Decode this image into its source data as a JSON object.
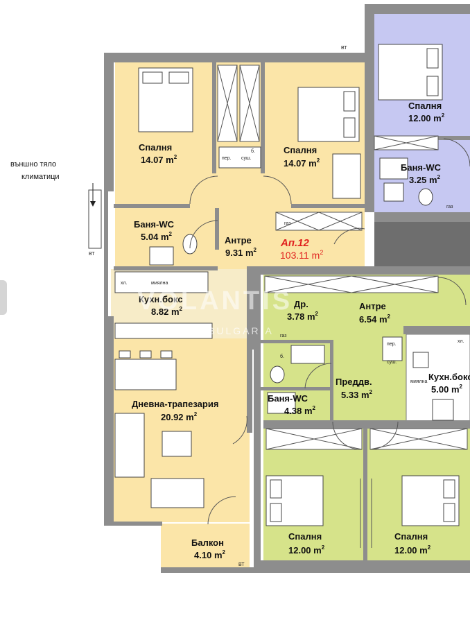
{
  "notes": {
    "ext_units_line1": "външно тяло",
    "ext_units_line2": "климатици",
    "vt": "ВТ"
  },
  "apartment": {
    "label": "Ап.12",
    "area_value": "103.11 m",
    "area_sup": "2"
  },
  "rooms": {
    "bedroom1": {
      "name": "Спалня",
      "area": "14.07",
      "unit": "m",
      "sup": "2"
    },
    "bedroom2": {
      "name": "Спалня",
      "area": "14.07",
      "unit": "m",
      "sup": "2"
    },
    "bathroom": {
      "name": "Баня-WC",
      "area": "5.04",
      "unit": "m",
      "sup": "2"
    },
    "hall": {
      "name": "Антре",
      "area": "9.31",
      "unit": "m",
      "sup": "2"
    },
    "kitchen": {
      "name": "Кухн.бокс",
      "area": "8.82",
      "unit": "m",
      "sup": "2"
    },
    "living": {
      "name": "Дневна-трапезария",
      "area": "20.92",
      "unit": "m",
      "sup": "2"
    },
    "balcony": {
      "name": "Балкон",
      "area": "4.10",
      "unit": "m",
      "sup": "2"
    },
    "nb_bedroom_top": {
      "name": "Спалня",
      "area": "12.00",
      "unit": "m",
      "sup": "2"
    },
    "nb_bath_top": {
      "name": "Баня-WC",
      "area": "3.25",
      "unit": "m",
      "sup": "2"
    },
    "nb_dr": {
      "name": "Др.",
      "area": "3.78",
      "unit": "m",
      "sup": "2"
    },
    "nb_hall": {
      "name": "Антре",
      "area": "6.54",
      "unit": "m",
      "sup": "2"
    },
    "nb_lobby": {
      "name": "Преддв.",
      "area": "5.33",
      "unit": "m",
      "sup": "2"
    },
    "nb_kitchen": {
      "name": "Кухн.бокс",
      "area": "5.00",
      "unit": "m",
      "sup": "2"
    },
    "nb_bath": {
      "name": "Баня-WC",
      "area": "4.38",
      "unit": "m",
      "sup": "2"
    },
    "nb_bedroom_l": {
      "name": "Спалня",
      "area": "12.00",
      "unit": "m",
      "sup": "2"
    },
    "nb_bedroom_r": {
      "name": "Спалня",
      "area": "12.00",
      "unit": "m",
      "sup": "2"
    }
  },
  "fixtures": {
    "per": "пер.",
    "sush": "суш.",
    "b": "б.",
    "gas": "газ",
    "hl": "хл.",
    "wash": "миялна"
  },
  "watermark": {
    "brand": "VOLANTIS",
    "sub": "BULGARIA"
  },
  "colors": {
    "apt12_fill": "#fbe5a8",
    "neighbor_green": "#d6e38a",
    "neighbor_purple": "#c6c8f2",
    "accent_red": "#e0201e"
  }
}
